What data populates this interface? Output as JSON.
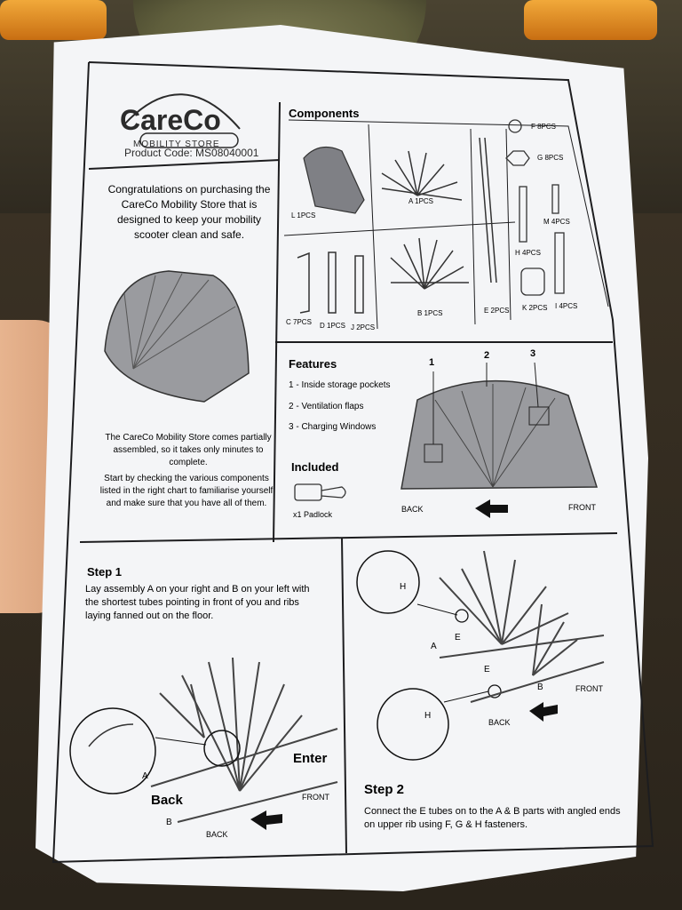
{
  "brand": {
    "name": "CareCo",
    "subtitle": "MOBILITY STORE",
    "product_code": "Product Code: MS08040001"
  },
  "intro": {
    "text": "Congratulations on purchasing the CareCo Mobility Store that is designed to keep your mobility scooter clean and safe.",
    "assembly_note": "The CareCo Mobility Store comes partially assembled, so it takes only minutes to complete.",
    "check_note": "Start by checking the various components listed in the right chart to familiarise yourself and make sure that you have all of them."
  },
  "components": {
    "title": "Components",
    "items": [
      "L 1PCS",
      "A 1PCS",
      "F 8PCS",
      "G 8PCS",
      "M 4PCS",
      "H 4PCS",
      "C 7PCS",
      "D 1PCS",
      "J 2PCS",
      "B 1PCS",
      "E 2PCS",
      "K 2PCS",
      "I 4PCS"
    ]
  },
  "features": {
    "title": "Features",
    "items": [
      "1 - Inside storage pockets",
      "2 - Ventilation flaps",
      "3 - Charging Windows"
    ],
    "numbers": [
      "1",
      "2",
      "3"
    ],
    "back": "BACK",
    "front": "FRONT"
  },
  "included": {
    "title": "Included",
    "item": "x1 Padlock"
  },
  "step1": {
    "title": "Step 1",
    "text": "Lay assembly A on your right and B on your left with the shortest tubes pointing in front of you and ribs laying fanned out on the floor.",
    "enter": "Enter",
    "back_big": "Back",
    "a": "A",
    "b": "B",
    "front": "FRONT",
    "back": "BACK"
  },
  "step2": {
    "title": "Step 2",
    "text": "Connect the E tubes on to the A & B parts with angled ends on upper rib using F, G & H fasteners.",
    "h": "H",
    "a": "A",
    "e": "E",
    "b": "B",
    "front": "FRONT",
    "back": "BACK"
  },
  "colors": {
    "paper": "#f4f5f7",
    "ink": "#1d1d1f",
    "cover_gray": "#9a9b9f"
  }
}
